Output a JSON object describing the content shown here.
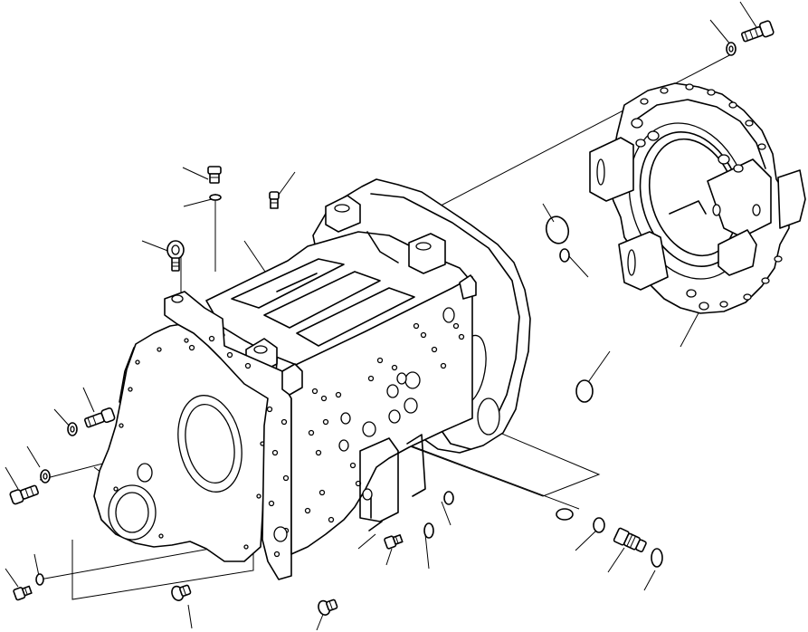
{
  "diagram": {
    "kind": "exploded-parts-view",
    "colors": {
      "ink": "#000000",
      "paper": "#ffffff"
    },
    "parts": [
      {
        "name": "transmission-case",
        "icon": "case-icon"
      },
      {
        "name": "front-cover",
        "icon": "cover-plate-icon"
      },
      {
        "name": "rear-housing",
        "icon": "housing-icon"
      },
      {
        "name": "bolts",
        "icon": "bolt-icon"
      },
      {
        "name": "washers",
        "icon": "washer-icon"
      },
      {
        "name": "o-rings",
        "icon": "o-ring-icon"
      },
      {
        "name": "plugs",
        "icon": "plug-icon"
      },
      {
        "name": "dowel-pins",
        "icon": "pin-icon"
      },
      {
        "name": "eye-bolt",
        "icon": "eye-bolt-icon"
      },
      {
        "name": "breather",
        "icon": "breather-icon"
      }
    ]
  }
}
